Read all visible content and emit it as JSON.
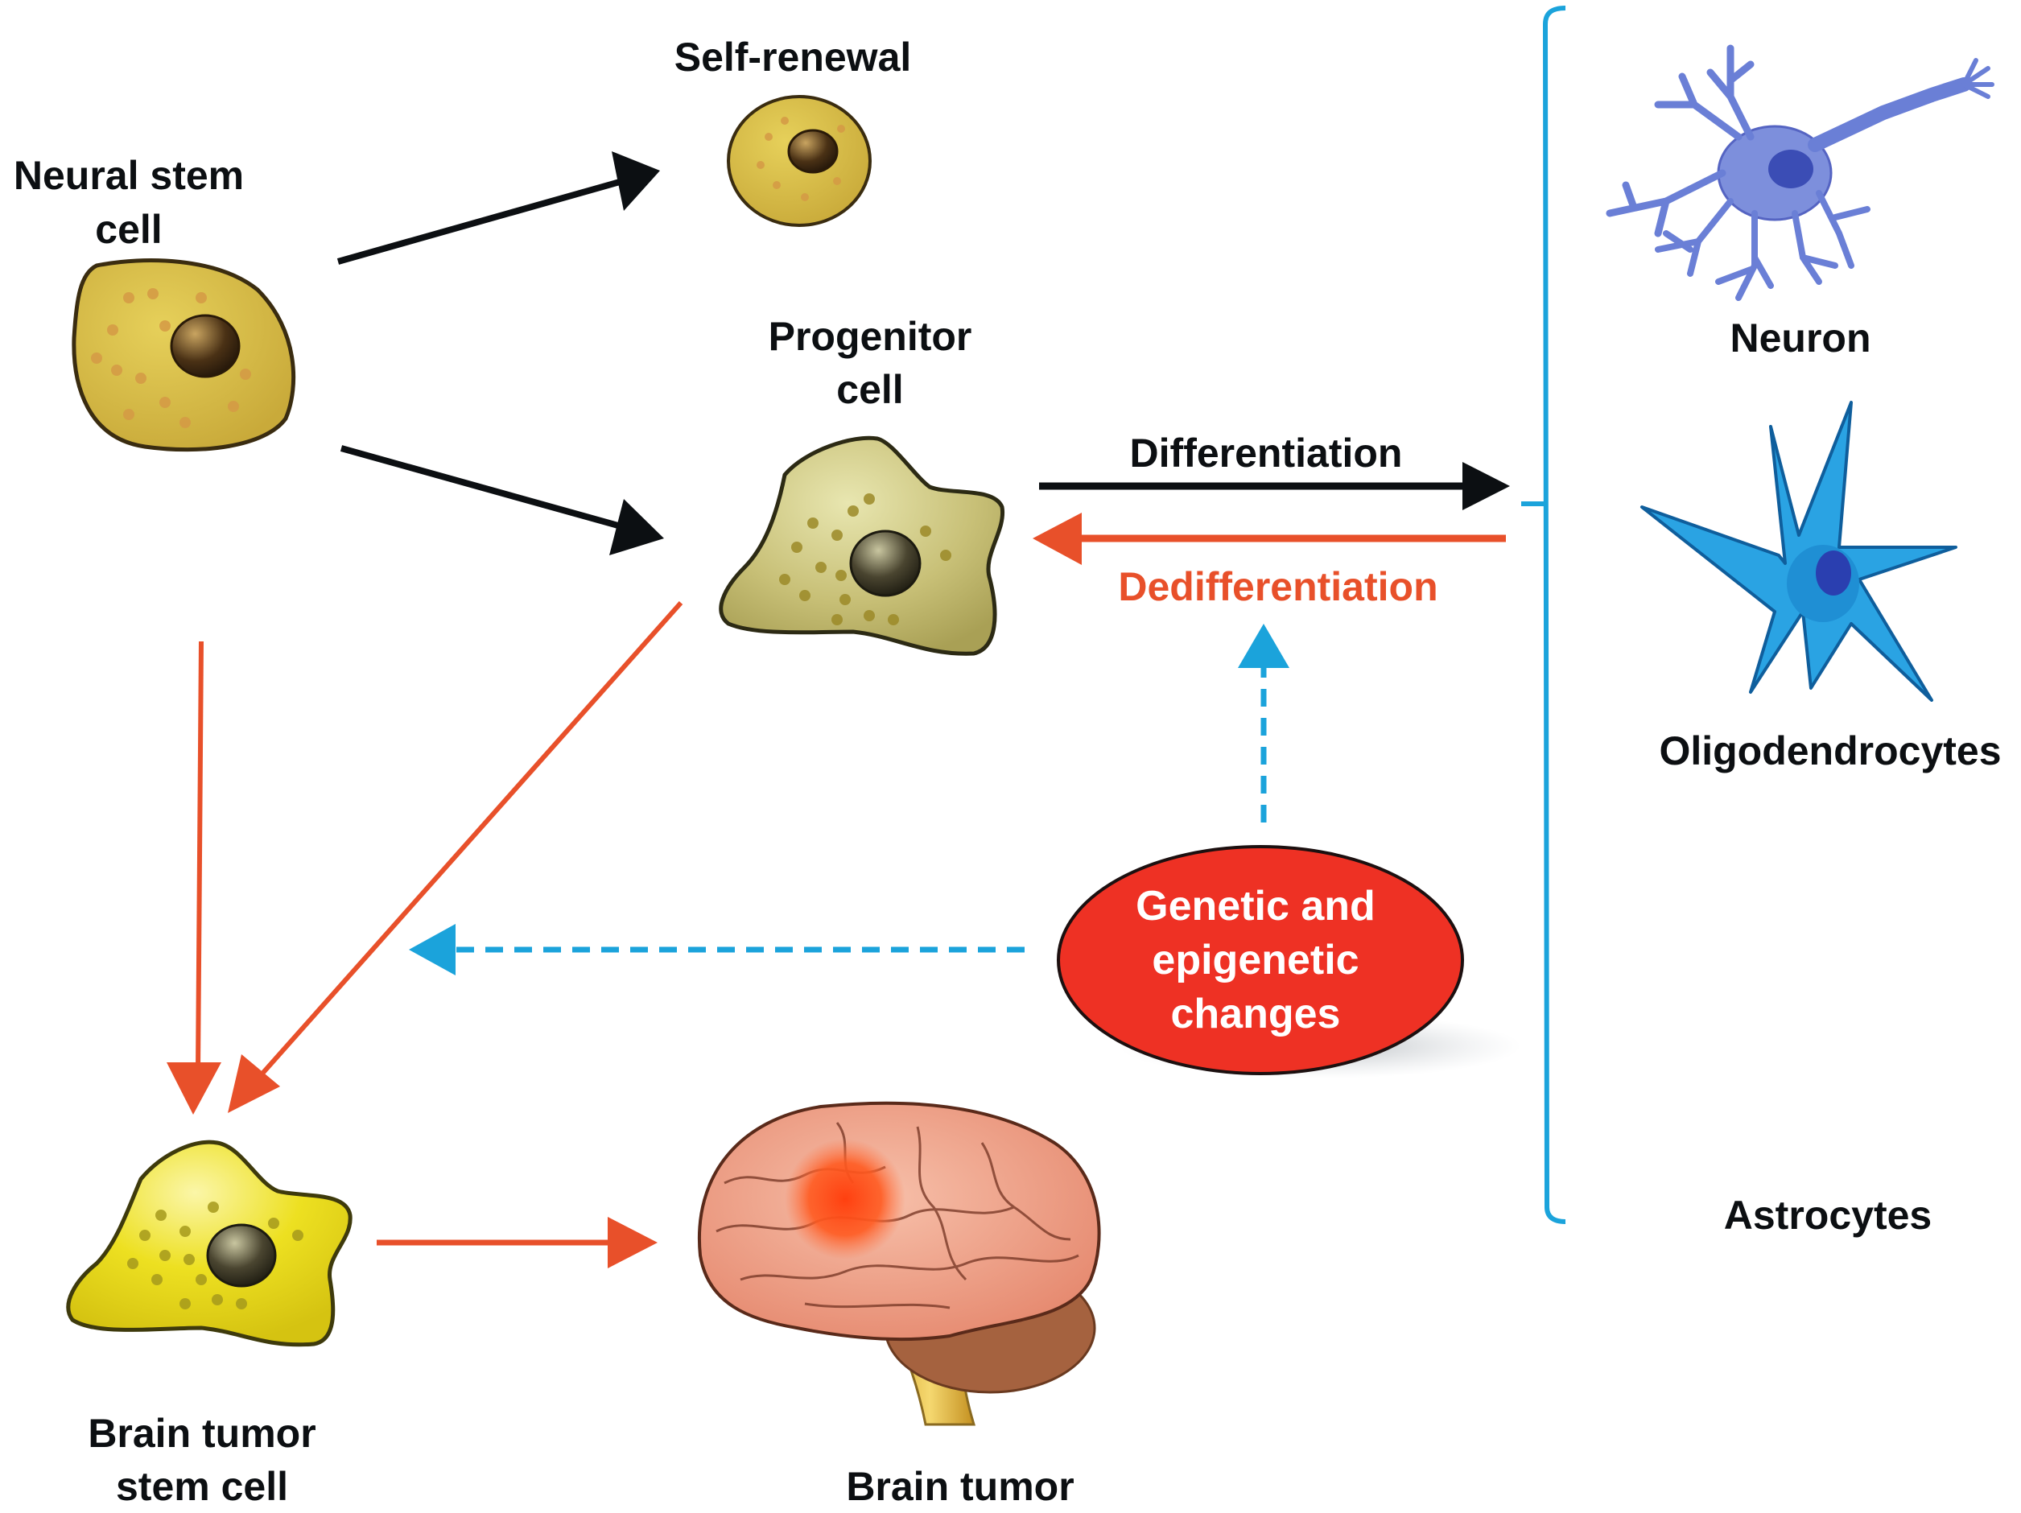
{
  "title": "Neural stem cells, progenitor cells and brain tumor stem cells",
  "colors": {
    "black_arrow": "#0c0f12",
    "orange_arrow": "#e8502a",
    "blue_dashed": "#1ba3db",
    "bracket": "#1ba3db",
    "ellipse_fill": "#ee3124",
    "neuron": "#6a7fd6",
    "oligodendrocyte": "#2aa3e3"
  },
  "nodes": {
    "neural_stem_cell": {
      "label_lines": [
        "Neural stem",
        "cell"
      ],
      "icon": "round-cell-icon"
    },
    "self_renewal": {
      "label": "Self-renewal",
      "icon": "round-cell-icon"
    },
    "progenitor_cell": {
      "label_lines": [
        "Progenitor",
        "cell"
      ],
      "icon": "star-cell-icon"
    },
    "brain_tumor_stem_cell": {
      "label_lines": [
        "Brain tumor",
        "stem cell"
      ],
      "icon": "star-cell-icon"
    },
    "brain_tumor": {
      "label": "Brain tumor",
      "icon": "brain-icon"
    },
    "genetic_changes": {
      "label_lines": [
        "Genetic and",
        "epigenetic",
        "changes"
      ]
    }
  },
  "edges": {
    "differentiation": "Differentiation",
    "dedifferentiation": "Dedifferentiation"
  },
  "differentiated_cells": [
    {
      "label": "Neuron",
      "icon": "neuron-icon"
    },
    {
      "label": "Oligodendrocytes",
      "icon": "oligodendrocyte-icon"
    },
    {
      "label": "Astrocytes",
      "icon": ""
    }
  ]
}
